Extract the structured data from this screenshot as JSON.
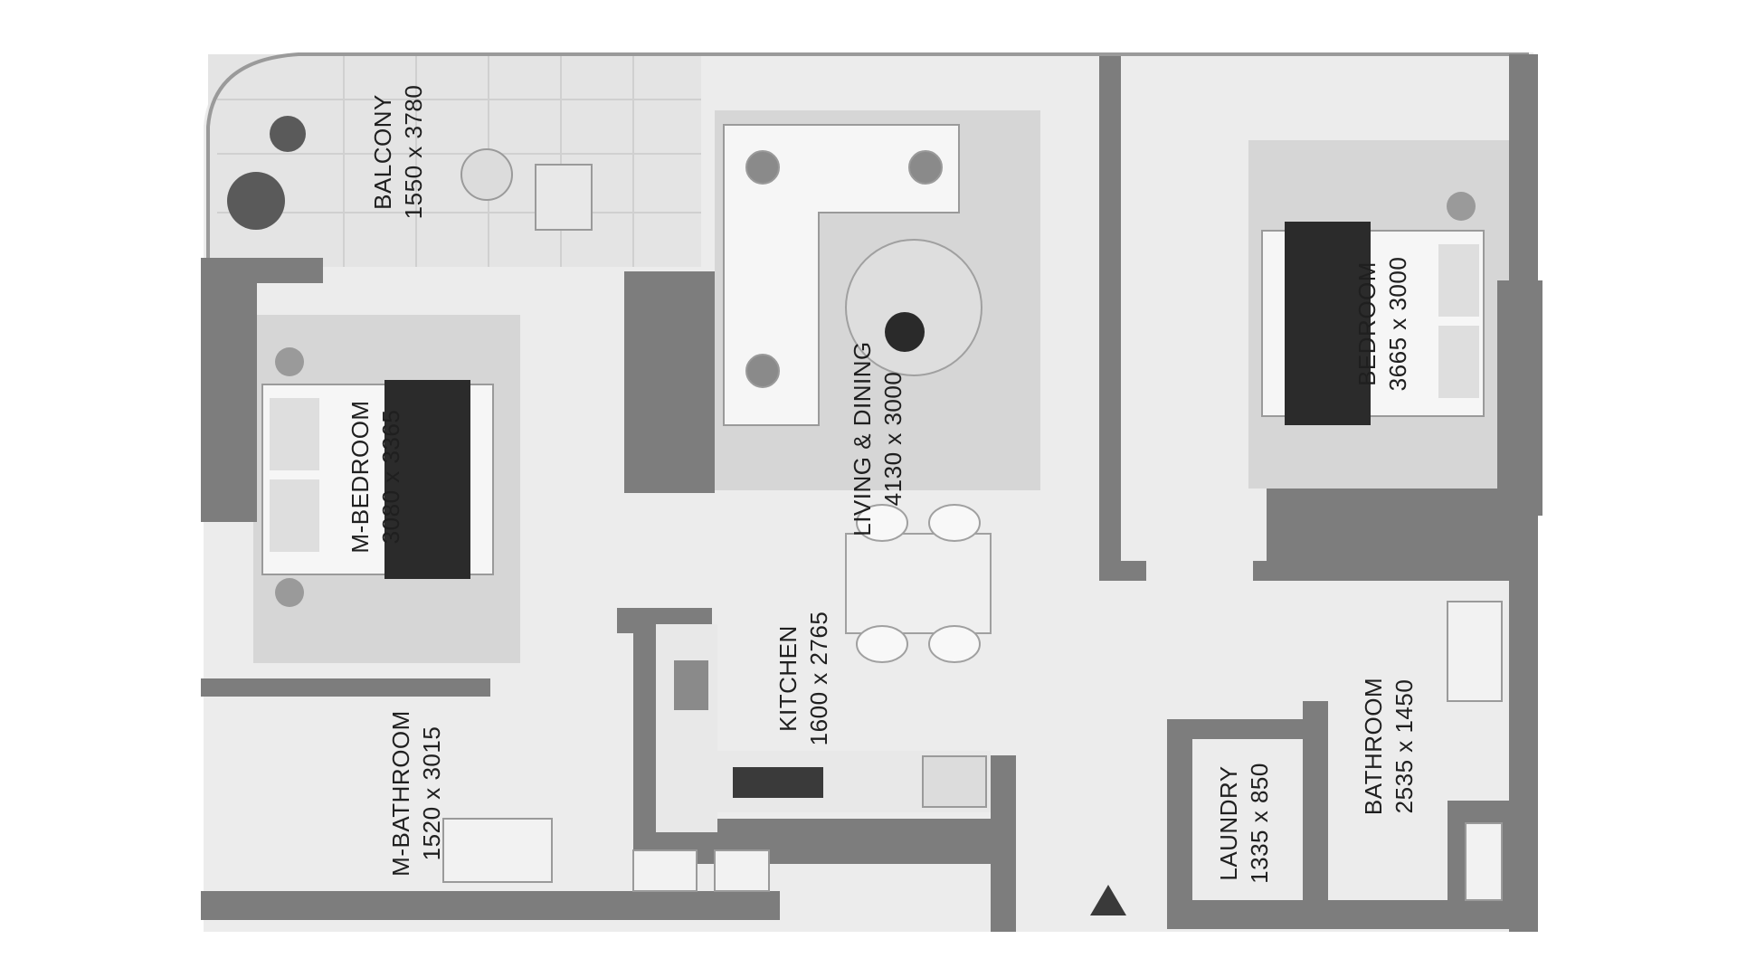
{
  "rooms": [
    {
      "id": "balcony",
      "name": "BALCONY",
      "dims": "1550 x 3780"
    },
    {
      "id": "m-bedroom",
      "name": "M-BEDROOM",
      "dims": "3080 x 3365"
    },
    {
      "id": "living-dining",
      "name": "LIVING & DINING",
      "dims": "4130 x 3000"
    },
    {
      "id": "bedroom",
      "name": "BEDROOM",
      "dims": "3665 x 3000"
    },
    {
      "id": "kitchen",
      "name": "KITCHEN",
      "dims": "1600 x 2765"
    },
    {
      "id": "m-bathroom",
      "name": "M-BATHROOM",
      "dims": "1520 x 3015"
    },
    {
      "id": "laundry",
      "name": "LAUNDRY",
      "dims": "1335 x 850"
    },
    {
      "id": "bathroom",
      "name": "BATHROOM",
      "dims": "2535 x 1450"
    }
  ],
  "colors": {
    "wall": "#7d7d7d",
    "floor": "#ececec",
    "rug": "#d6d6d6",
    "furniture": "#f6f6f6",
    "bed_throw": "#2b2b2b",
    "entrance_marker": "#3a3a3a"
  }
}
